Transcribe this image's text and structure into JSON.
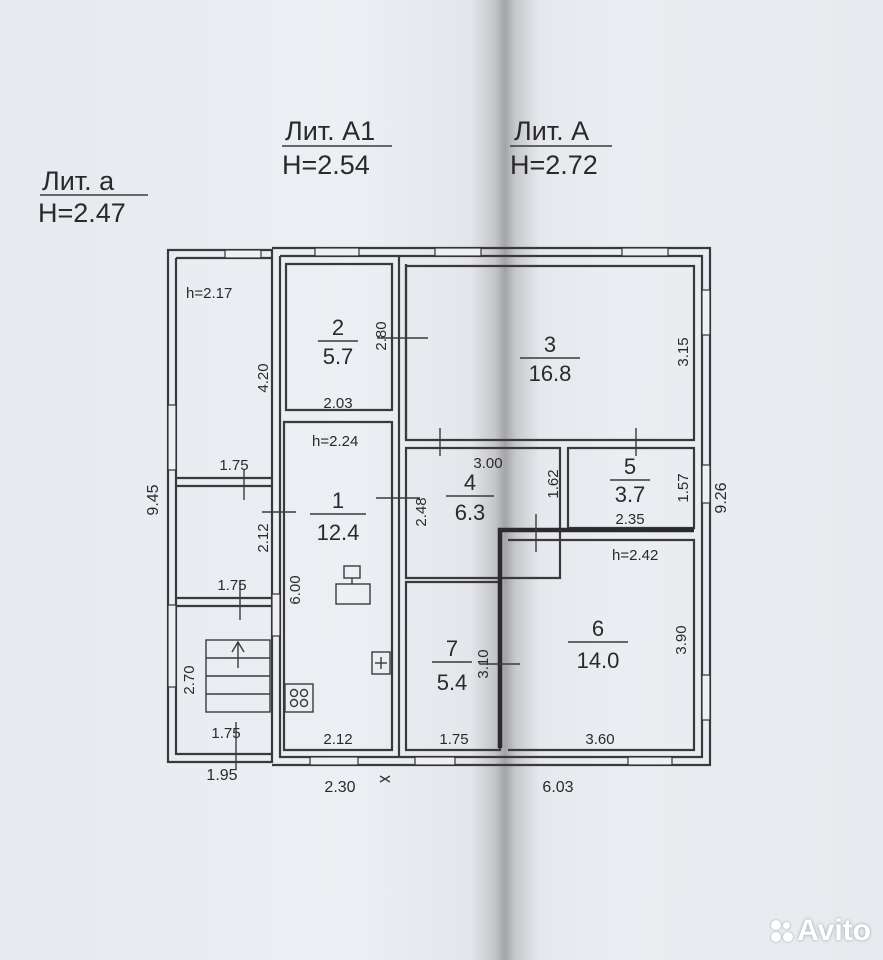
{
  "title": "",
  "liters": [
    {
      "name": "Лит. а",
      "height": "H=2.47"
    },
    {
      "name": "Лит. А1",
      "height": "H=2.54"
    },
    {
      "name": "Лит. А",
      "height": "H=2.72"
    }
  ],
  "rooms": [
    {
      "number": "1",
      "area": "12.4",
      "ceiling": "h=2.24"
    },
    {
      "number": "2",
      "area": "5.7"
    },
    {
      "number": "3",
      "area": "16.8"
    },
    {
      "number": "4",
      "area": "6.3"
    },
    {
      "number": "5",
      "area": "3.7"
    },
    {
      "number": "6",
      "area": "14.0",
      "ceiling": "h=2.42"
    },
    {
      "number": "7",
      "area": "5.4"
    }
  ],
  "annex_ceiling": "h=2.17",
  "dimensions": {
    "overall_left": "9.45",
    "overall_right": "9.26",
    "bottom_a": "1.95",
    "bottom_a1": "2.30",
    "bottom_main": "6.03",
    "annex_room_height": "4.20",
    "annex_width_top": "1.75",
    "annex_mid_height": "2.12",
    "annex_width_mid": "1.75",
    "annex_stair_height": "2.70",
    "annex_width_bottom": "1.75",
    "room1_length": "6.00",
    "room1_width": "2.12",
    "room2_height": "2.80",
    "room2_width": "2.03",
    "room3_height": "3.15",
    "room3_width": "3.00",
    "room4_height": "2.48",
    "room4_hall": "1.62",
    "room5_height": "1.57",
    "room5_width": "2.35",
    "room6_height": "3.90",
    "room6_width": "3.60",
    "room7_height": "3.10",
    "room7_width": "1.75"
  },
  "watermark": "Avito"
}
